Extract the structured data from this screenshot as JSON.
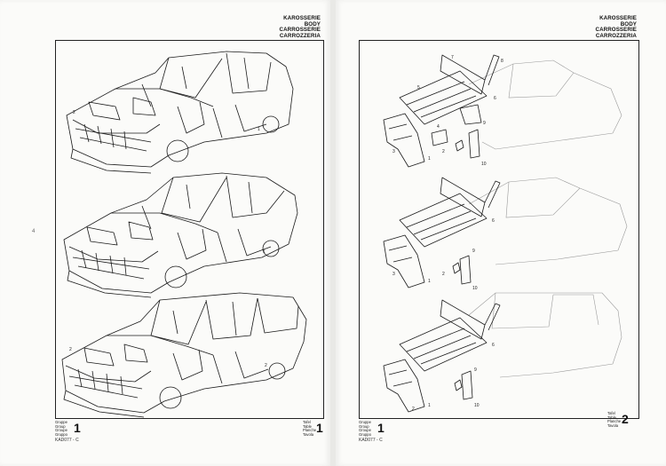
{
  "left_page": {
    "header": [
      "KAROSSERIE",
      "BODY",
      "CARROSSERIE",
      "CARROZZERIA"
    ],
    "footer": {
      "group_labels": [
        "Gruppe",
        "Group",
        "Groupe",
        "Gruppo"
      ],
      "group_number": "1",
      "catalog_code": "KAD077 - C",
      "plate_labels": [
        "Tafel",
        "Table",
        "Planche",
        "Tavola"
      ],
      "plate_number": "1"
    },
    "margin_mark": "4",
    "callouts": [
      "1",
      "1",
      "2",
      "2",
      "2"
    ]
  },
  "right_page": {
    "header": [
      "KAROSSERIE",
      "BODY",
      "CARROSSERIE",
      "CARROZZERIA"
    ],
    "footer": {
      "group_labels": [
        "Gruppe",
        "Group",
        "Groupe",
        "Gruppo"
      ],
      "group_number": "1",
      "catalog_code": "KAD077 - C",
      "plate_labels": [
        "Tafel",
        "Table",
        "Planche",
        "Tavola"
      ],
      "plate_number": "2"
    },
    "callouts": [
      "1",
      "2",
      "3",
      "4",
      "5",
      "6",
      "7",
      "8",
      "9",
      "10",
      "1",
      "2",
      "3",
      "6",
      "9",
      "10",
      "1",
      "2",
      "6",
      "9",
      "10"
    ]
  }
}
